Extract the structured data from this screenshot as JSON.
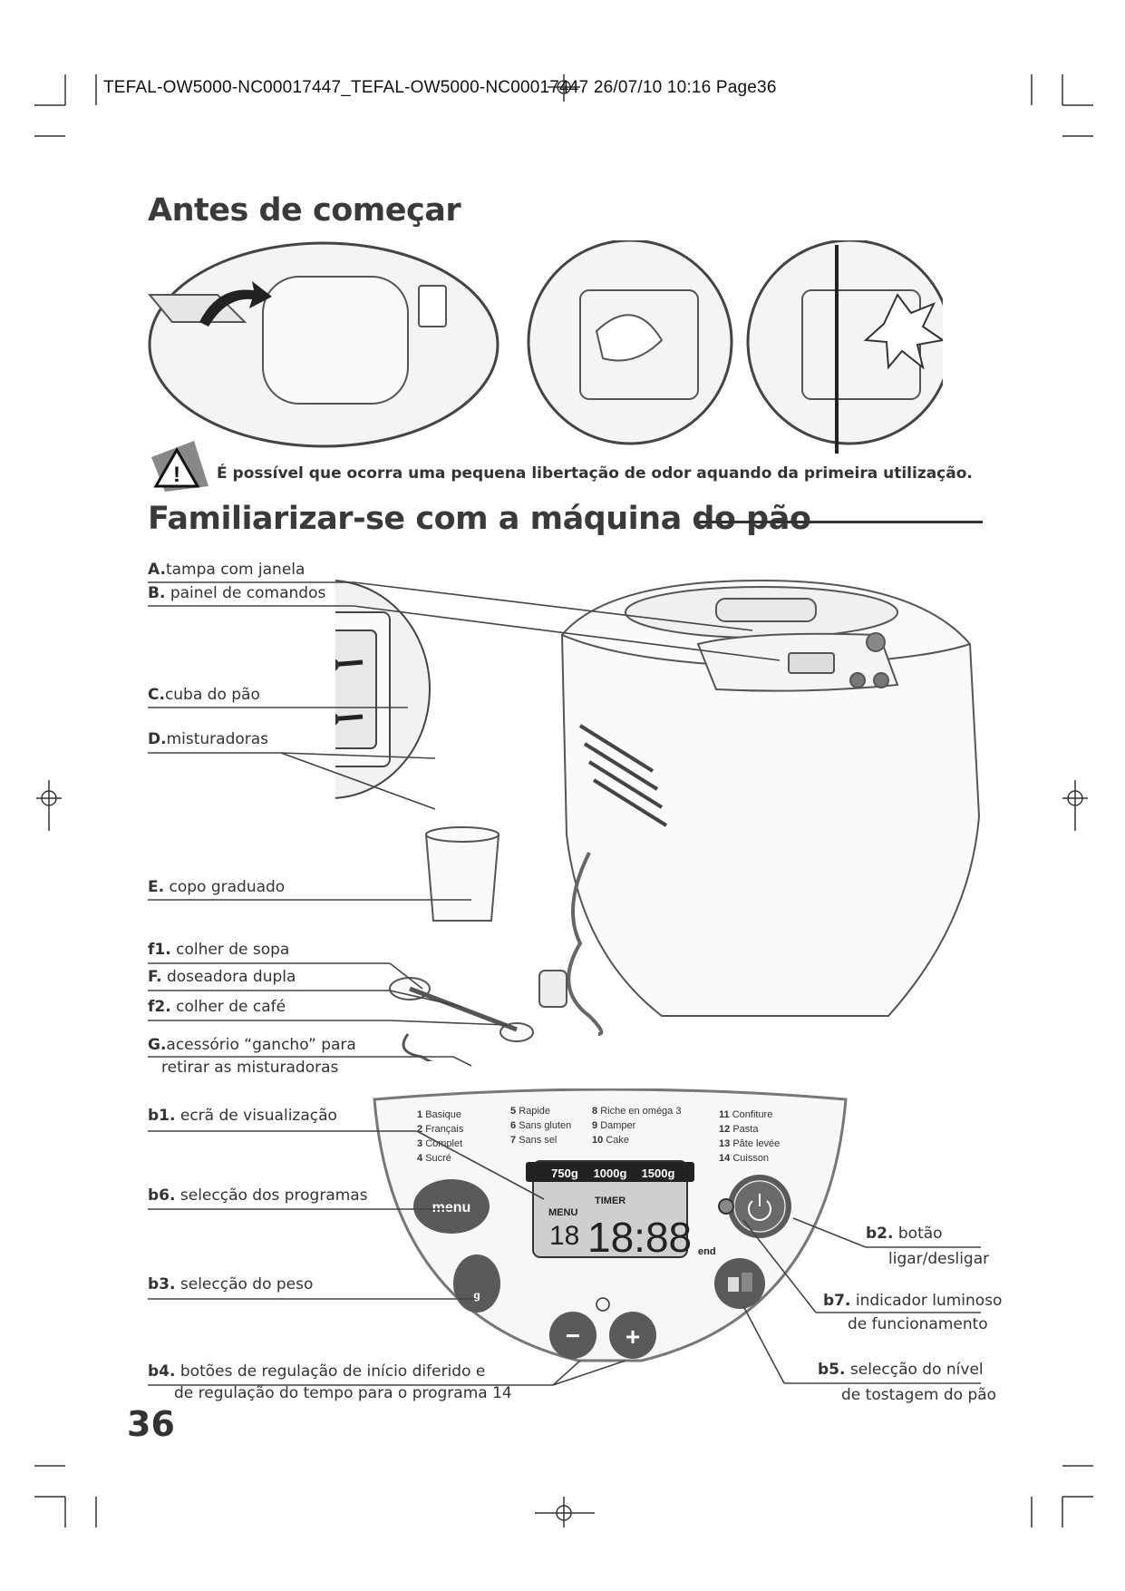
{
  "header": {
    "text": "TEFAL-OW5000-NC00017447_TEFAL-OW5000-NC00017447  26/07/10  10:16  Page36"
  },
  "section1": {
    "title": "Antes de começar",
    "warning": "É possível que ocorra uma pequena libertação de odor aquando da primeira utilização."
  },
  "section2": {
    "title": "Familiarizar-se com a máquina do pão"
  },
  "labels": {
    "A": {
      "key": "A.",
      "text": "tampa com janela"
    },
    "B": {
      "key": "B.",
      "text": "painel de comandos"
    },
    "C": {
      "key": "C.",
      "text": "cuba do pão"
    },
    "D": {
      "key": "D.",
      "text": "misturadoras"
    },
    "E": {
      "key": "E.",
      "text": "copo graduado"
    },
    "f1": {
      "key": "f1.",
      "text": "colher de sopa"
    },
    "F": {
      "key": "F.",
      "text": "doseadora dupla"
    },
    "f2": {
      "key": "f2.",
      "text": "colher de café"
    },
    "G": {
      "key": "G.",
      "text": "acessório “gancho” para",
      "text2": "retirar as misturadoras"
    },
    "b1": {
      "key": "b1.",
      "text": "ecrã de visualização"
    },
    "b6": {
      "key": "b6.",
      "text": "selecção dos programas"
    },
    "b3": {
      "key": "b3.",
      "text": "selecção do peso"
    },
    "b4": {
      "key": "b4.",
      "text": "botões de regulação de início diferido e",
      "text2": "de regulação do tempo para o programa 14"
    },
    "b2": {
      "key": "b2.",
      "text": "botão",
      "text2": "ligar/desligar"
    },
    "b7": {
      "key": "b7.",
      "text": "indicador luminoso",
      "text2": "de funcionamento"
    },
    "b5": {
      "key": "b5.",
      "text": "selecção do nível",
      "text2": "de tostagem do pão"
    }
  },
  "panel": {
    "programs_col1": [
      {
        "n": "1",
        "name": "Basique"
      },
      {
        "n": "2",
        "name": "Français"
      },
      {
        "n": "3",
        "name": "Complet"
      },
      {
        "n": "4",
        "name": "Sucré"
      }
    ],
    "programs_col2": [
      {
        "n": "5",
        "name": "Rapide"
      },
      {
        "n": "6",
        "name": "Sans gluten"
      },
      {
        "n": "7",
        "name": "Sans sel"
      }
    ],
    "programs_col3": [
      {
        "n": "8",
        "name": "Riche en oméga 3"
      },
      {
        "n": "9",
        "name": "Damper"
      },
      {
        "n": "10",
        "name": "Cake"
      }
    ],
    "programs_col4": [
      {
        "n": "11",
        "name": "Confiture"
      },
      {
        "n": "12",
        "name": "Pasta"
      },
      {
        "n": "13",
        "name": "Pâte levée"
      },
      {
        "n": "14",
        "name": "Cuisson"
      }
    ],
    "weights": [
      "750g",
      "1000g",
      "1500g"
    ],
    "menu_label": "menu",
    "display_menu": "MENU",
    "display_timer": "TIMER",
    "display_digits": "18:88",
    "display_prog": "18",
    "display_end": "end",
    "weight_btn": "g",
    "minus": "−",
    "plus": "+"
  },
  "page_number": "36"
}
